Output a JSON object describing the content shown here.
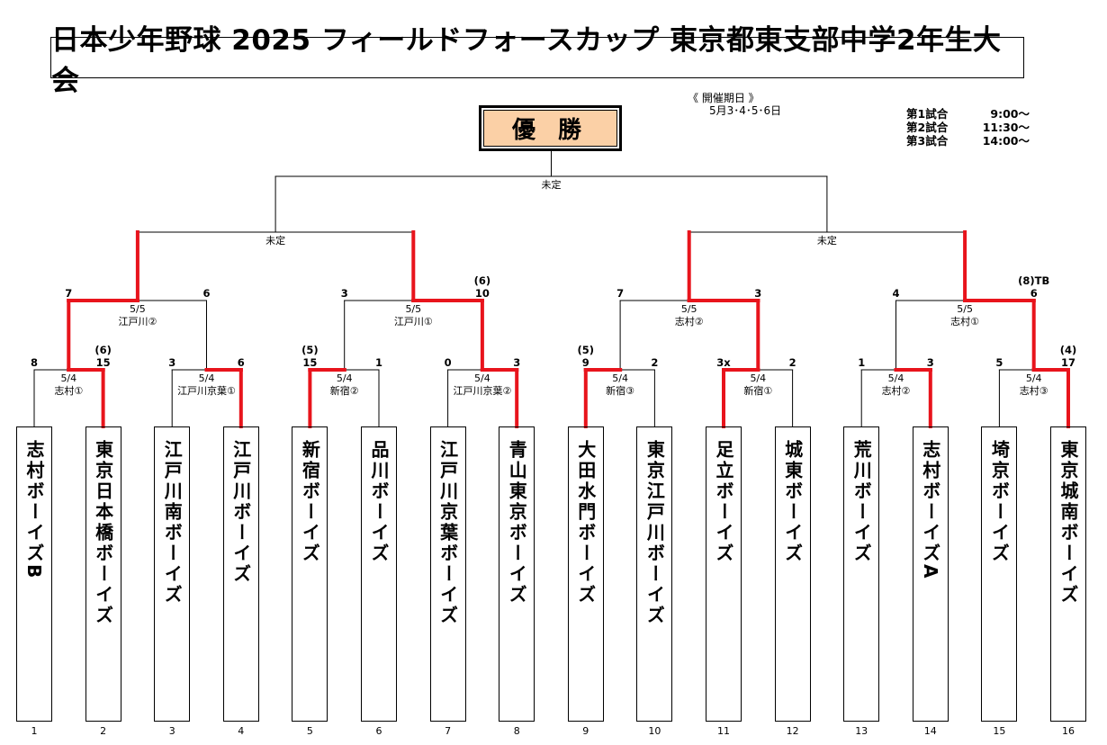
{
  "title": "日本少年野球 2025 フィールドフォースカップ 東京都東支部中学2年生大会",
  "champion_label": "優 勝",
  "dates": {
    "label": "《 開催期日 》",
    "value": "5月3･4･5･6日"
  },
  "schedule": [
    {
      "label": "第1試合",
      "time": "9:00～"
    },
    {
      "label": "第2試合",
      "time": "11:30～"
    },
    {
      "label": "第3試合",
      "time": "14:00～"
    }
  ],
  "teams": [
    {
      "num": "1",
      "name": "志村ボーイズB"
    },
    {
      "num": "2",
      "name": "東京日本橋ボーイズ"
    },
    {
      "num": "3",
      "name": "江戸川南ボーイズ"
    },
    {
      "num": "4",
      "name": "江戸川ボーイズ"
    },
    {
      "num": "5",
      "name": "新宿ボーイズ"
    },
    {
      "num": "6",
      "name": "品川ボーイズ"
    },
    {
      "num": "7",
      "name": "江戸川京葉ボーイズ"
    },
    {
      "num": "8",
      "name": "青山東京ボーイズ"
    },
    {
      "num": "9",
      "name": "大田水門ボーイズ"
    },
    {
      "num": "10",
      "name": "東京江戸川ボーイズ"
    },
    {
      "num": "11",
      "name": "足立ボーイズ"
    },
    {
      "num": "12",
      "name": "城東ボーイズ"
    },
    {
      "num": "13",
      "name": "荒川ボーイズ"
    },
    {
      "num": "14",
      "name": "志村ボーイズA"
    },
    {
      "num": "15",
      "name": "埼京ボーイズ"
    },
    {
      "num": "16",
      "name": "東京城南ボーイズ"
    }
  ],
  "round1": [
    {
      "date": "5/4",
      "venue": "志村①",
      "left_score": "8",
      "right_score": "15",
      "right_extra": "(6)",
      "winner": "right"
    },
    {
      "date": "5/4",
      "venue": "江戸川京葉①",
      "left_score": "3",
      "right_score": "6",
      "winner": "right"
    },
    {
      "date": "5/4",
      "venue": "新宿②",
      "left_score": "15",
      "left_extra": "(5)",
      "right_score": "1",
      "winner": "left"
    },
    {
      "date": "5/4",
      "venue": "江戸川京葉②",
      "left_score": "0",
      "right_score": "3",
      "winner": "right"
    },
    {
      "date": "5/4",
      "venue": "新宿③",
      "left_score": "9",
      "left_extra": "(5)",
      "right_score": "2",
      "winner": "left"
    },
    {
      "date": "5/4",
      "venue": "新宿①",
      "left_score": "3x",
      "right_score": "2",
      "winner": "left"
    },
    {
      "date": "5/4",
      "venue": "志村②",
      "left_score": "1",
      "right_score": "3",
      "winner": "right"
    },
    {
      "date": "5/4",
      "venue": "志村③",
      "left_score": "5",
      "right_score": "17",
      "right_extra": "(4)",
      "winner": "right"
    }
  ],
  "round2": [
    {
      "date": "5/5",
      "venue": "江戸川②",
      "left_score": "7",
      "right_score": "6",
      "winner": "left"
    },
    {
      "date": "5/5",
      "venue": "江戸川①",
      "left_score": "3",
      "right_score": "10",
      "right_extra": "(6)",
      "winner": "right"
    },
    {
      "date": "5/5",
      "venue": "志村②",
      "left_score": "7",
      "right_score": "3",
      "winner": "right"
    },
    {
      "date": "5/5",
      "venue": "志村①",
      "left_score": "4",
      "right_score": "6",
      "right_extra": "(8)TB",
      "winner": "right"
    }
  ],
  "semis": [
    {
      "label": "未定",
      "winner": "both"
    },
    {
      "label": "未定",
      "winner": "both"
    }
  ],
  "final": {
    "label": "未定"
  }
}
